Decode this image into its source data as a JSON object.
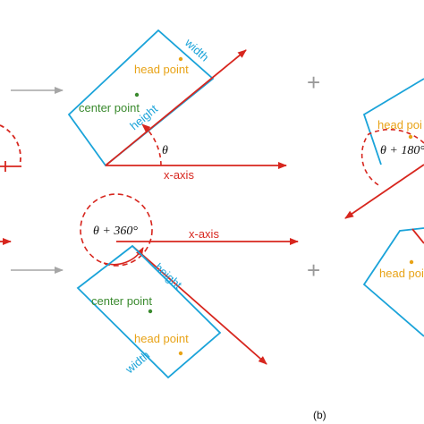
{
  "colors": {
    "box": "#1aa3d9",
    "arrow": "#d7261e",
    "head_point": "#e8a317",
    "center_point": "#3a8a2e",
    "connector": "#a6a6a6"
  },
  "top_panel": {
    "width_label": "width",
    "height_label": "height",
    "head_point_label": "head point",
    "center_point_label": "center point",
    "angle_label": "θ",
    "axis_label": "x-axis"
  },
  "bottom_panel": {
    "width_label": "width",
    "height_label": "height",
    "head_point_label": "head point",
    "center_point_label": "center point",
    "angle_label": "θ + 360°",
    "axis_label": "x-axis"
  },
  "right_top_panel": {
    "head_point_label": "head poi",
    "angle_label": "θ + 180°"
  },
  "right_bottom_panel": {
    "head_point_label": "head point"
  },
  "plus_top": "+",
  "plus_bottom": "+",
  "caption": "(b)"
}
